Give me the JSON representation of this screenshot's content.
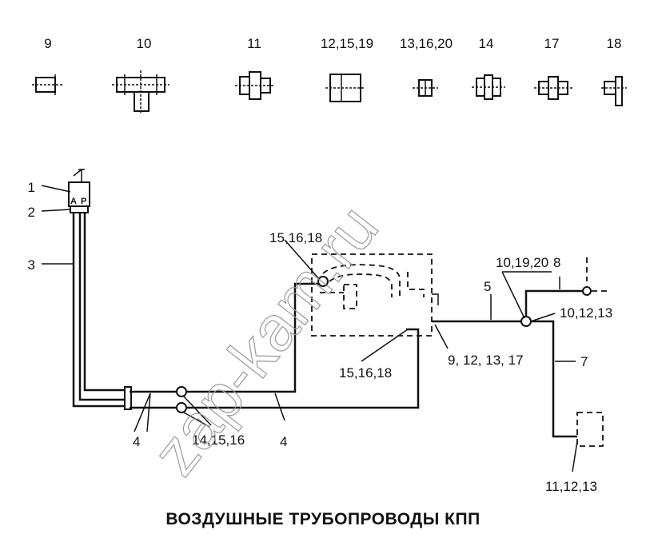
{
  "title": "ВОЗДУШНЫЕ ТРУБОПРОВОДЫ КПП",
  "watermark": "zap-kam.ru",
  "parts_row": [
    {
      "label": "9"
    },
    {
      "label": "10"
    },
    {
      "label": "11"
    },
    {
      "label": "12,15,19"
    },
    {
      "label": "13,16,20"
    },
    {
      "label": "14"
    },
    {
      "label": "17"
    },
    {
      "label": "18"
    }
  ],
  "callouts": {
    "c1": "1",
    "c2": "2",
    "c3": "3",
    "c4a": "4",
    "c4b": "4",
    "c5": "5",
    "c7": "7",
    "c8": "8",
    "c15_16_18_top": "15,16,18",
    "c15_16_18_mid": "15,16,18",
    "c14_15_16": "14,15,16",
    "c9_12_13_17": "9, 12, 13, 17",
    "c10_19_20": "10,19,20",
    "c10_12_13": "10,12,13",
    "c11_12_13": "11,12,13",
    "valve_a": "A",
    "valve_p": "P"
  }
}
